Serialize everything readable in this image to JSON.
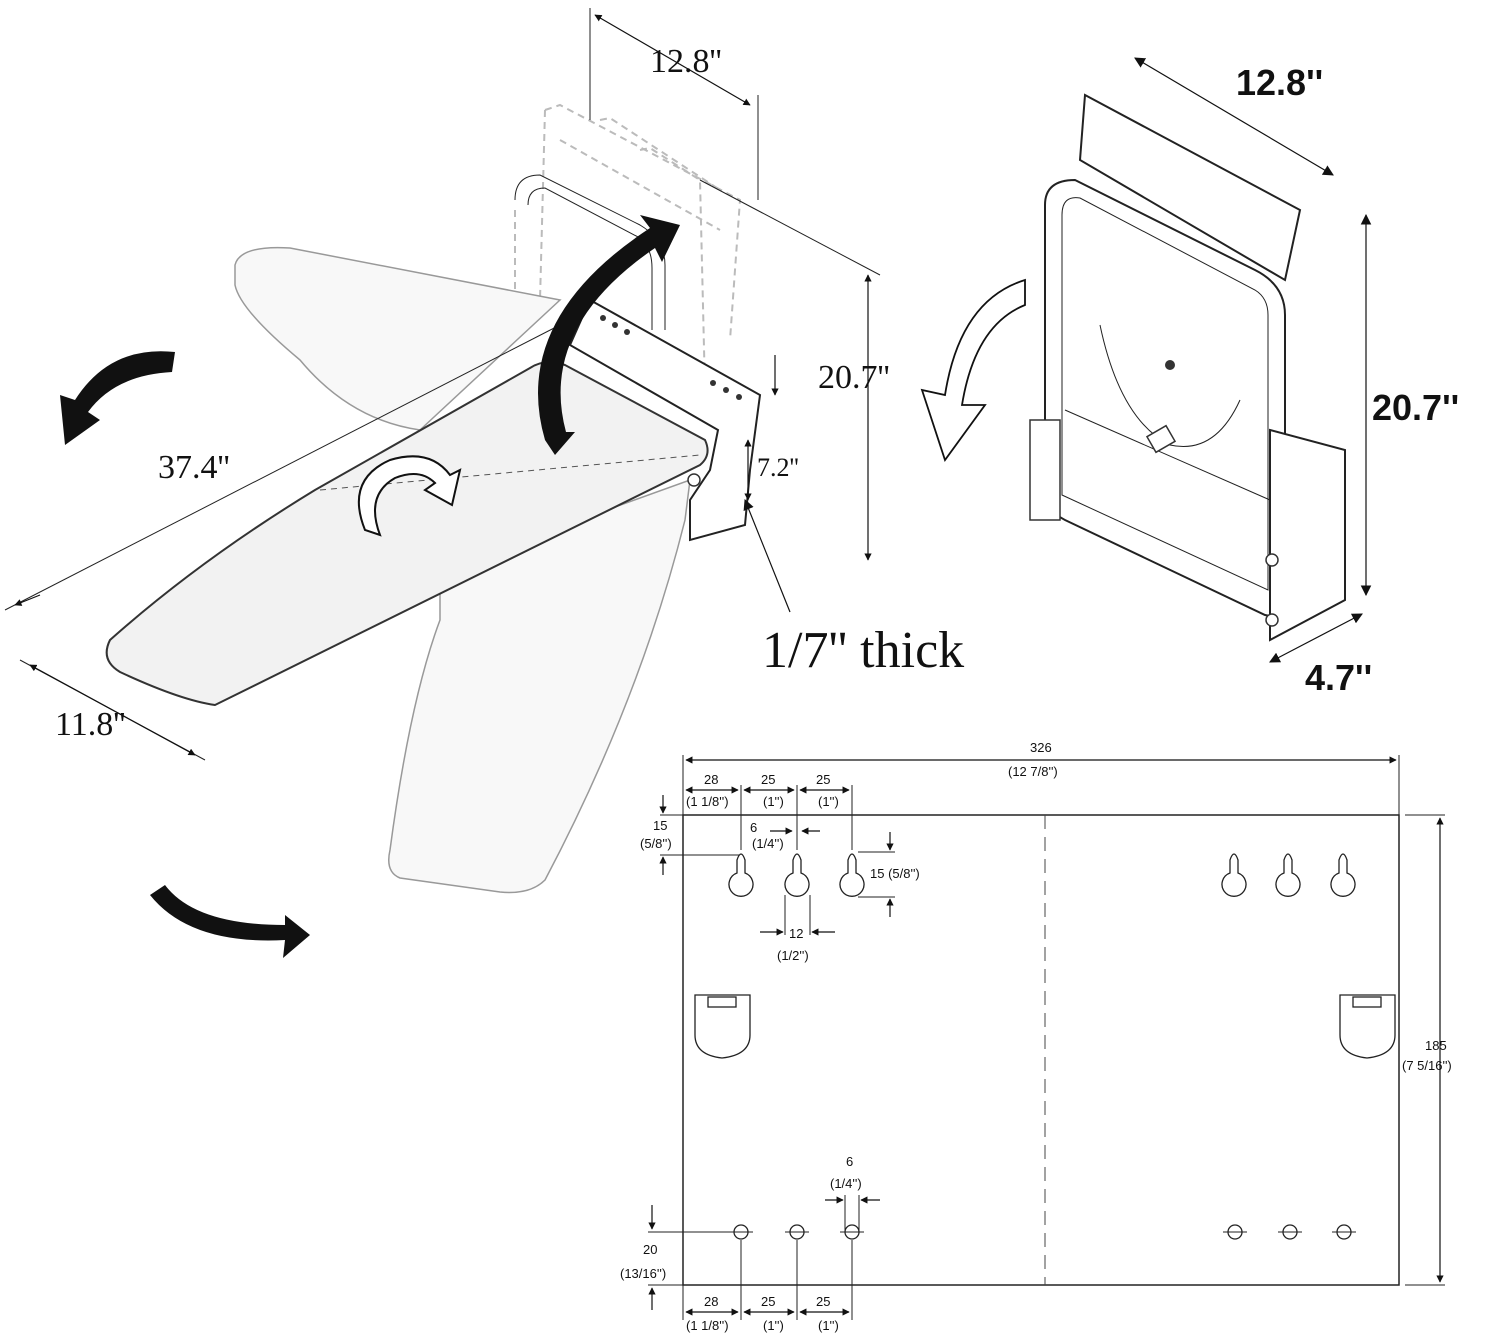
{
  "left_figure": {
    "width_top": "12.8''",
    "height": "20.7''",
    "length": "37.4''",
    "depth": "7.2''",
    "board_width": "11.8''",
    "thickness_note": "1/7'' thick"
  },
  "right_figure": {
    "width": "12.8''",
    "height": "20.7''",
    "depth": "4.7''"
  },
  "plate_drawing": {
    "overall_width": "326",
    "overall_width_in": "(12 7/8'')",
    "overall_height": "185",
    "overall_height_in": "(7 5/16'')",
    "top_margin": "15",
    "top_margin_in": "(5/8'')",
    "first_offset": "28",
    "first_offset_in": "(1 1/8'')",
    "spacing": "25",
    "spacing_in": "(1'')",
    "slot_width": "6",
    "slot_width_in": "(1/4'')",
    "slot_length": "15 (5/8'')",
    "slot_spacing": "12",
    "slot_spacing_in": "(1/2'')",
    "bottom_hole": "6",
    "bottom_hole_in": "(1/4'')",
    "bottom_margin": "20",
    "bottom_margin_in": "(13/16'')"
  }
}
